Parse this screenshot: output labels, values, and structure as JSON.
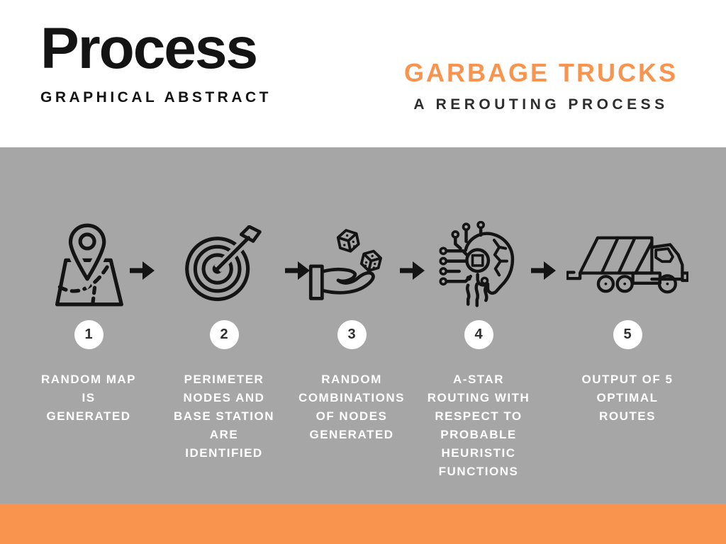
{
  "header": {
    "left": {
      "title": "Process",
      "subtitle": "GRAPHICAL ABSTRACT"
    },
    "right": {
      "title": "GARBAGE TRUCKS",
      "subtitle": "A REROUTING PROCESS"
    }
  },
  "colors": {
    "accent_orange": "#F9944F",
    "band_gray": "#A6A6A6",
    "icon_black": "#141414",
    "label_white": "#FFFFFF",
    "number_dark": "#2F2F2F"
  },
  "steps": [
    {
      "number": "1",
      "icon": "map-pin-icon",
      "label": "RANDOM MAP\nIS\nGENERATED"
    },
    {
      "number": "2",
      "icon": "target-dart-icon",
      "label": "PERIMETER\nNODES AND\nBASE STATION\nARE\nIDENTIFIED"
    },
    {
      "number": "3",
      "icon": "hand-dice-icon",
      "label": "RANDOM\nCOMBINATIONS\nOF NODES\nGENERATED"
    },
    {
      "number": "4",
      "icon": "ai-routing-icon",
      "label": "A-STAR\nROUTING WITH\nRESPECT TO\nPROBABLE\nHEURISTIC\nFUNCTIONS"
    },
    {
      "number": "5",
      "icon": "garbage-truck-icon",
      "label": "OUTPUT OF 5\nOPTIMAL\nROUTES"
    }
  ]
}
